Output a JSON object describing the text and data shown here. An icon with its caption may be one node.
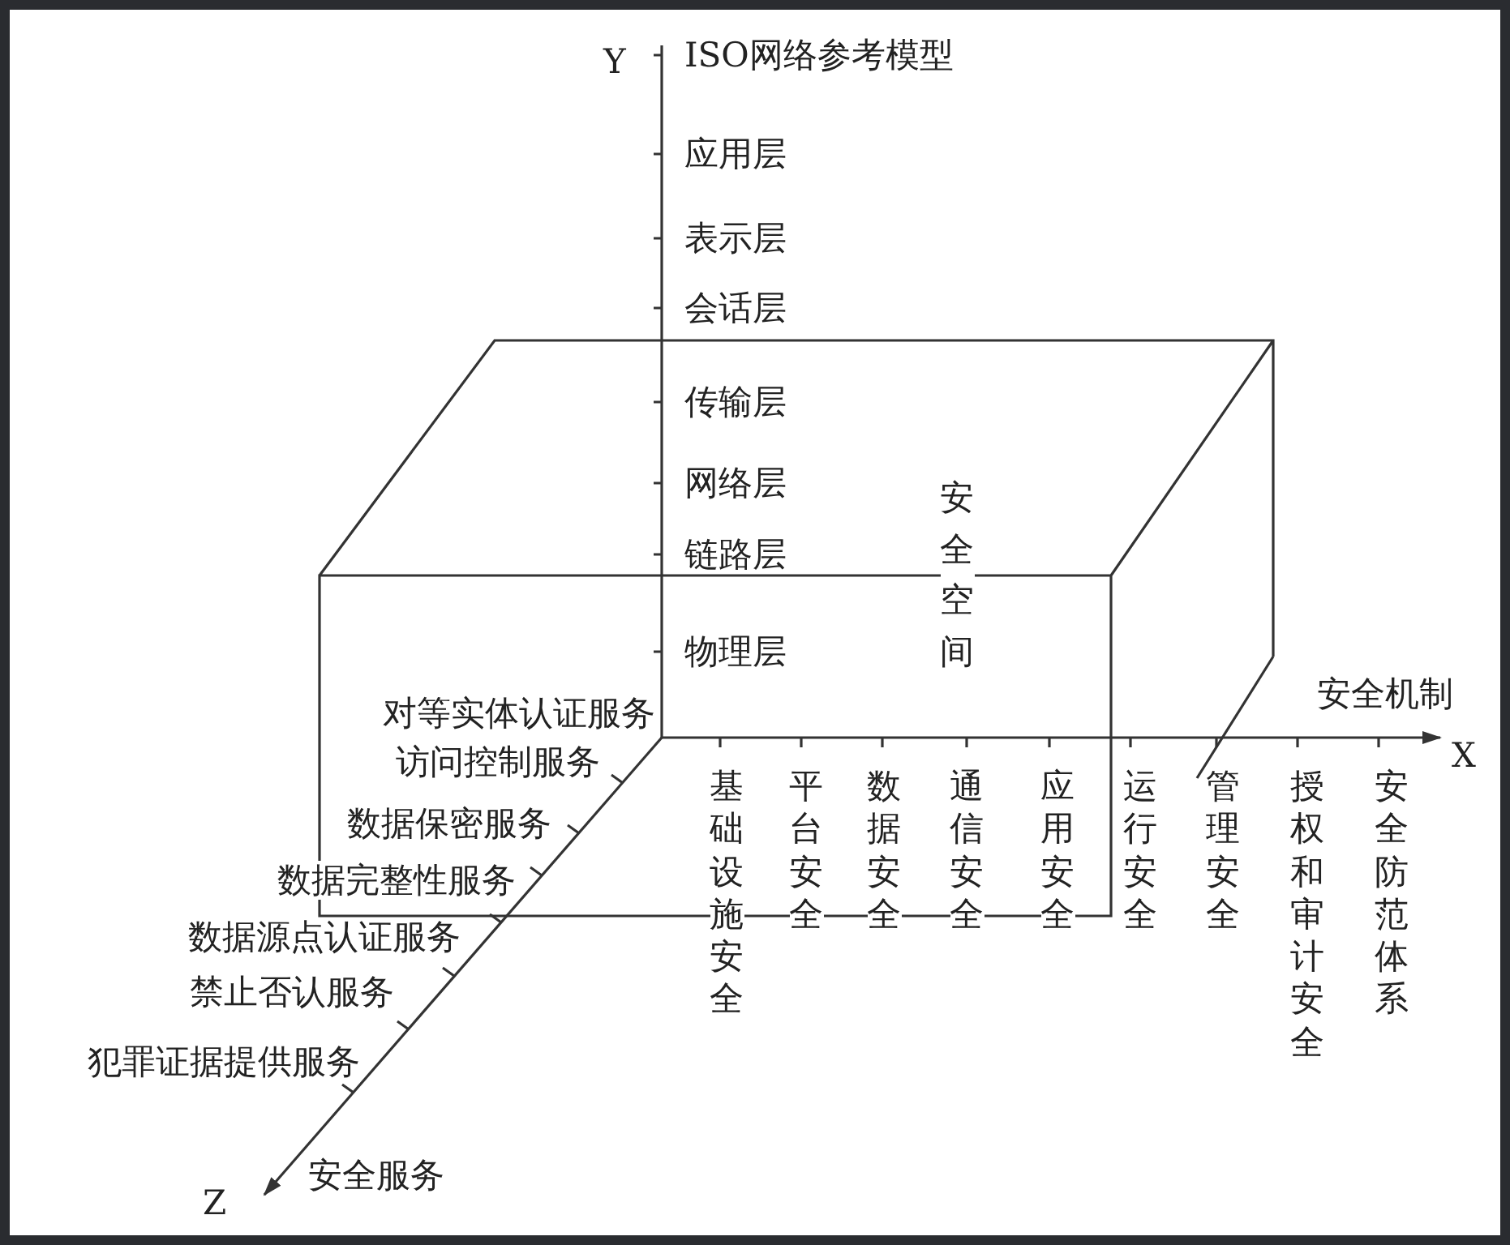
{
  "diagram": {
    "labels": [
      "Y",
      "ISO网络参考模型",
      "应用层",
      "表示层",
      "会话层",
      "传输层",
      "网络层",
      "链路层",
      "安全空间",
      "物理层",
      "安全机制",
      "对等实体认证服务",
      "X",
      "访问控制服务",
      "数据保密服务",
      "数据完整性服务",
      "数据源点认证服务",
      "禁止否认服务",
      "犯罪证据提供服务",
      "基础设施安全",
      "平台安全",
      "数据安全",
      "通信安全",
      "应用安全",
      "运行安全",
      "管理安全",
      "授权和审计安全",
      "安全防范体系",
      "Z",
      "安全服务"
    ]
  }
}
